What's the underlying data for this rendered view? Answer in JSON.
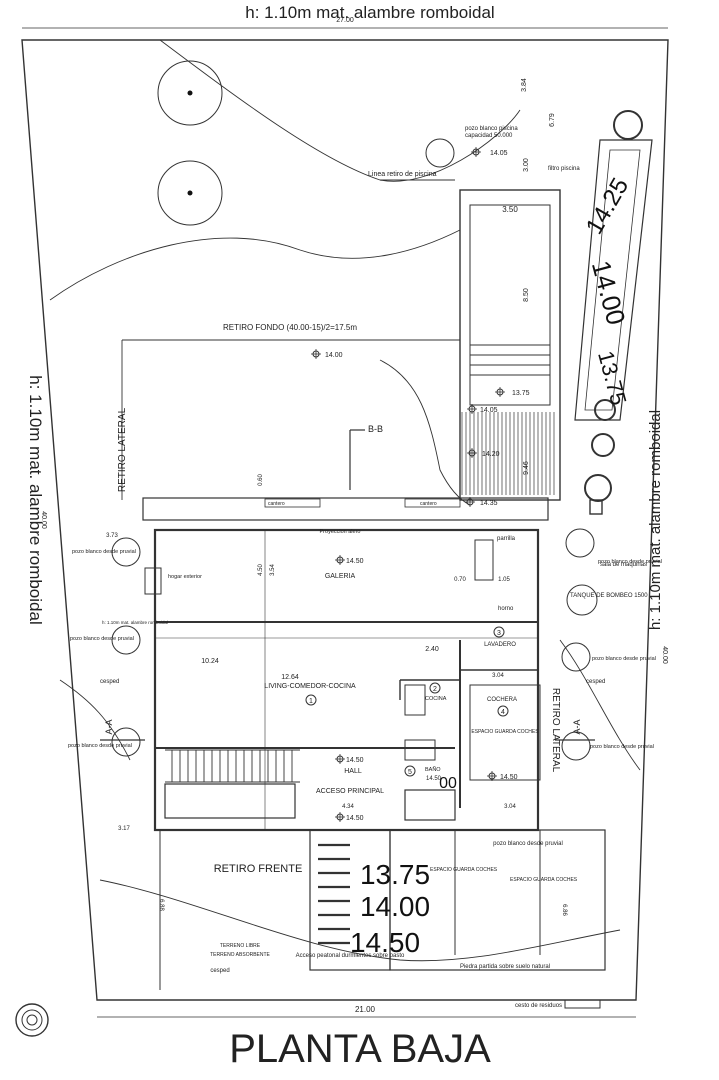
{
  "title": "PLANTA BAJA",
  "fence": {
    "top": "h: 1.10m mat. alambre romboidal",
    "left": "h: 1.10m mat. alambre romboidal",
    "right": "h: 1.10m mat. alambre romboidal"
  },
  "setbacks": {
    "fondo": "RETIRO FONDO   (40.00-15)/2=17.5m",
    "lateral_left": "RETIRO LATERAL",
    "lateral_right": "RETIRO LATERAL",
    "frente": "RETIRO FRENTE",
    "piscina": "Linea retiro de piscina"
  },
  "dimensions": {
    "top_width": "27.00",
    "bottom_width": "21.00",
    "left_depth": "40.00",
    "right_depth": "40.00",
    "pool_width": "3.50",
    "pool_length": "8.50",
    "d_384": "3.84",
    "d_679": "6.79",
    "d_300": "3.00",
    "d_946": "9.46",
    "d_450": "4.50",
    "d_354": "3.54",
    "d_1024": "10.24",
    "d_1264": "12.64",
    "d_240": "2.40",
    "d_304": "3.04",
    "d_434": "4.34",
    "d_373": "3.73",
    "d_317": "3.17",
    "d_688": "6.88",
    "d_686": "6.86",
    "d_060": "0.60",
    "d_070": "0.70",
    "d_105": "1.05"
  },
  "levels": {
    "l1405a": "14.05",
    "l1400": "14.00",
    "l1375": "13.75",
    "l1405b": "14.05",
    "l1420": "14.20",
    "l1435": "14.35",
    "l1450a": "14.50",
    "l1450b": "14.50",
    "l1450c": "14.50",
    "l1450d": "14.50",
    "l1450e": "14.50"
  },
  "pool": {
    "pozo": "pozo blanco piscina",
    "capacidad": "capacidad 50.000",
    "filtro": "filtro piscina",
    "sala": "sala de maquinas",
    "tanque": "TANQUE DE BOMBEO 1500"
  },
  "rooms": {
    "galeria_num": "",
    "galeria": "GALERIA",
    "living_num": "1",
    "living": "LIVING-COMEDOR-COCINA",
    "cocina_num": "2",
    "cocina": "COCINA",
    "lavadero_num": "3",
    "lavadero": "LAVADERO",
    "cochera_num": "4",
    "cochera": "COCHERA",
    "espacio_cochera": "ESPACIO GUARDA COCHES",
    "hall": "HALL",
    "bano_num": "5",
    "bano": "BAÑO"
  },
  "labels": {
    "proyeccion": "Proyeccion alero",
    "hogar": "hogar exterior",
    "parrilla": "parrilla",
    "horno": "horno",
    "acceso": "ACCESO PRINCIPAL",
    "cantero1": "cantero",
    "cantero2": "cantero",
    "cesped1": "cesped",
    "cesped2": "cesped",
    "cesped3": "cesped",
    "pozo1": "pozo blanco desde pruvial",
    "pozo2": "pozo blanco desde pruvial",
    "pozo3": "pozo blanco desde pruvial",
    "pozo4": "pozo blanco desde pruvial",
    "pozo5": "pozo blanco desde pruvial",
    "pozo6": "pozo blanco desde pruvial",
    "cerco": "h: 1.10m mat. alambre romboidal",
    "terreno1": "TERRENO LIBRE",
    "terreno2": "TERRENO ABSORBENTE",
    "acceso_peatonal": "Acceso peatonal durmientes sobre pasto",
    "guarda1": "ESPACIO GUARDA COCHES",
    "guarda2": "ESPACIO GUARDA COCHES",
    "piedra": "Piedra partida sobre suelo natural",
    "cesto": "cesto de residuos",
    "bb": "B-B",
    "aa_left": "A-A",
    "aa_right": "A-A"
  },
  "handwritten": {
    "h1": "13.75",
    "h2": "14.00",
    "h3": "14.50",
    "hp1": "14.25",
    "hp2": "14.00",
    "hp3": "13.75",
    "hb": "00"
  }
}
